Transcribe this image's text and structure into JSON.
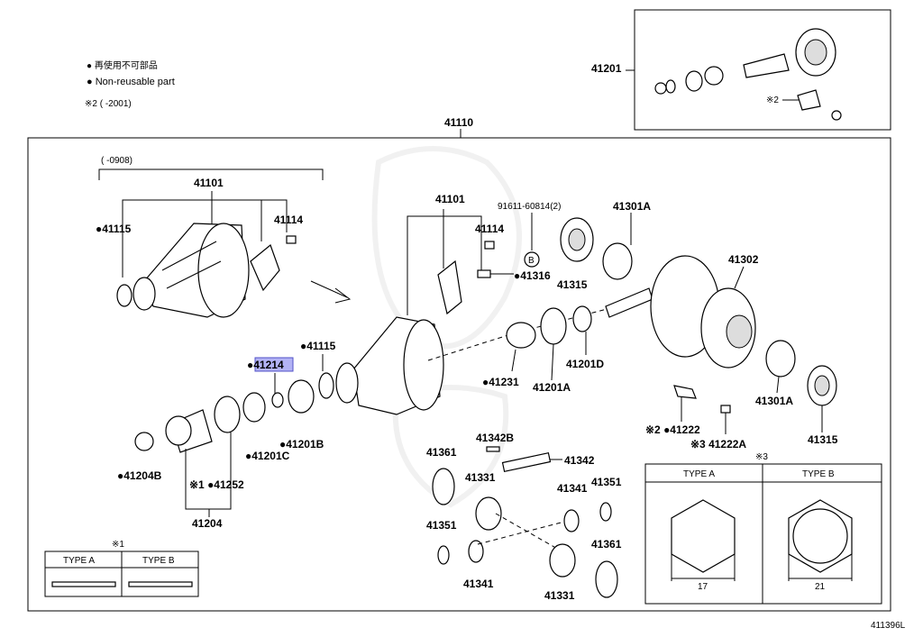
{
  "legend": {
    "line1": "● 再使用不可部品",
    "line2": "● Non-reusable part",
    "note2": "※2 (      -2001)"
  },
  "labels": {
    "p41201": "41201",
    "p41110": "41110",
    "range0908": "(      -0908)",
    "p41101_l": "41101",
    "p41115_l": "●41115",
    "p41114_l": "41114",
    "p41115_m": "●41115",
    "p41214": "●41214",
    "p41204B": "●41204B",
    "p41201C": "●41201C",
    "p41201B": "●41201B",
    "p41252": "※1 ●41252",
    "p41204": "41204",
    "p41101_r": "41101",
    "p91611": "91611-60814(2)",
    "bMark": "B",
    "p41114_r": "41114",
    "p41316": "●41316",
    "p41315_t": "41315",
    "p41301A_t": "41301A",
    "p41231": "●41231",
    "p41201A": "41201A",
    "p41201D": "41201D",
    "p41302": "41302",
    "p41301A_b": "41301A",
    "p41315_b": "41315",
    "p41222": "※2 ●41222",
    "p41222A": "※3 41222A",
    "s2": "※2",
    "p41342B": "41342B",
    "p41342": "41342",
    "p41361_l": "41361",
    "p41331_t": "41331",
    "p41351_l": "41351",
    "p41341_b": "41341",
    "p41341_r": "41341",
    "p41351_r": "41351",
    "p41361_r": "41361",
    "p41331_b": "41331",
    "footer": "411396L"
  },
  "type_box1": {
    "mark": "※1",
    "a": "TYPE A",
    "b": "TYPE B"
  },
  "type_box3": {
    "mark": "※3",
    "a": "TYPE A",
    "b": "TYPE B",
    "dim_a": "17",
    "dim_b": "21"
  }
}
